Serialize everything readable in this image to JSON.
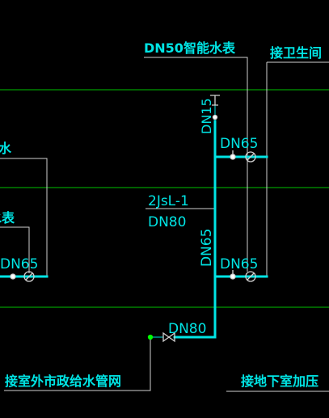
{
  "drawing": {
    "colors": {
      "background": "#000000",
      "pipe": "#00e5e5",
      "floor_line": "#00c000",
      "leader": "#d0d0d0",
      "text": "#00e5e5"
    },
    "labels": {
      "smart_meter": "DN50智能水表",
      "connect_sanitary": "接卫生间",
      "connect_municipal": "接室外市政给水管网",
      "connect_basement": "接地下室加压",
      "left_top_partial": "水",
      "left_mid_partial": "水表"
    },
    "pipe_sizes": {
      "riser_top": "DN15",
      "branch_upper": "DN65",
      "riser_mid": "DN65",
      "branch_lower": "DN65",
      "left_branch": "DN65",
      "inlet": "DN80",
      "riser_tag_size": "DN80"
    },
    "riser_tag": "2JsL-1"
  }
}
